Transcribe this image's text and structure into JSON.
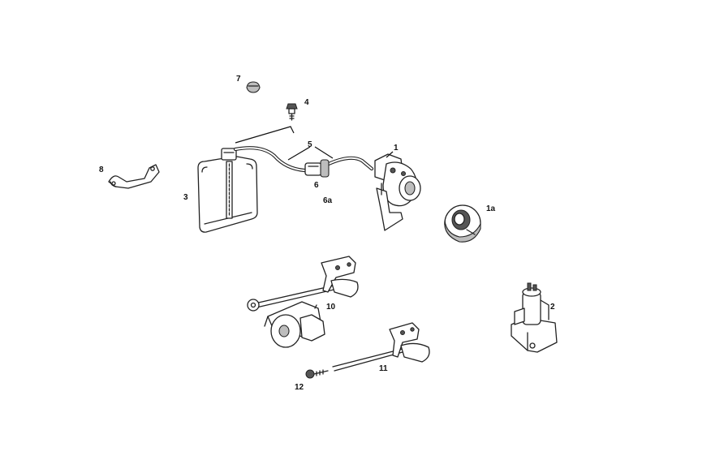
{
  "callouts": {
    "c1": "1",
    "c1a": "1a",
    "c2": "2",
    "c3": "3",
    "c4": "4",
    "c5": "5",
    "c6": "6",
    "c6a": "6a",
    "c7": "7",
    "c8": "8",
    "c10": "10",
    "c11": "11",
    "c12": "12"
  },
  "colors": {
    "line": "#222222",
    "shade": "#bdbdbd",
    "background": "#ffffff"
  }
}
